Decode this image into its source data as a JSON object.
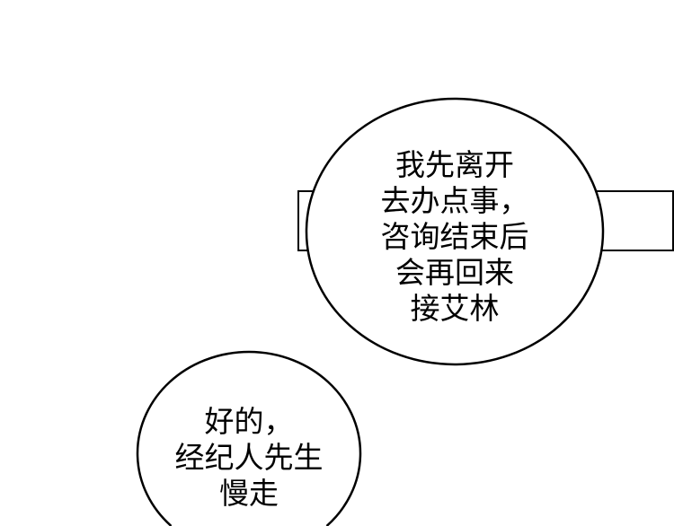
{
  "bubbles": [
    {
      "lines": [
        "我先离开",
        "去办点事，",
        "咨询结束后",
        "会再回来",
        "接艾林"
      ]
    },
    {
      "lines": [
        "好的，",
        "经纪人先生",
        "慢走"
      ]
    }
  ]
}
